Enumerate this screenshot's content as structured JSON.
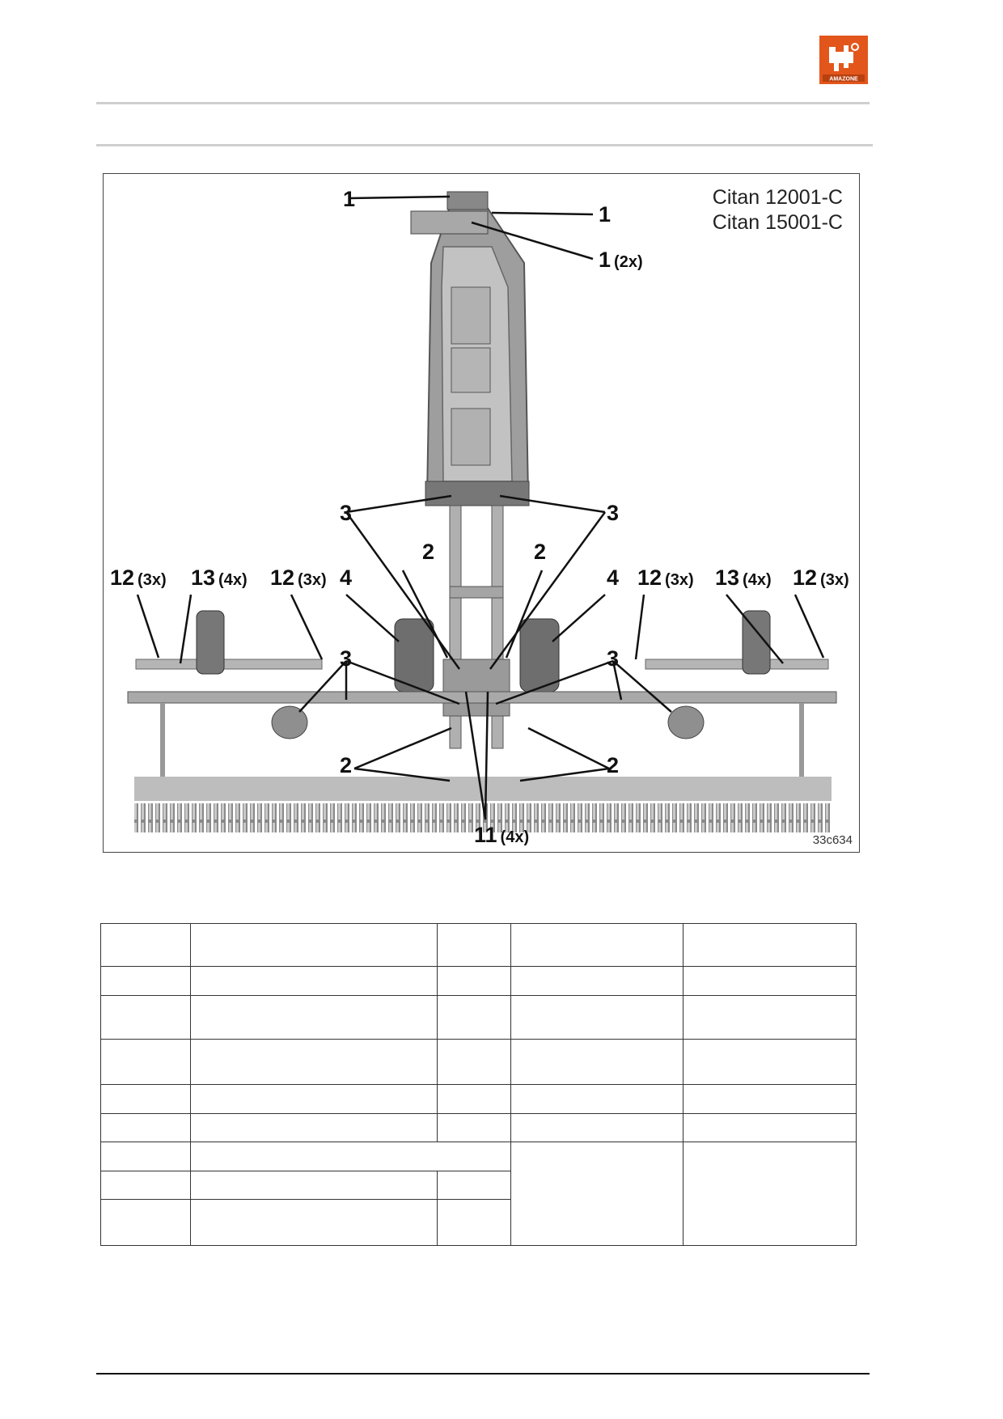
{
  "header": {
    "logo_text": "AMAZONE",
    "brand_color": "#e2561b",
    "logo_icon": "amazone-logo-icon"
  },
  "figure": {
    "caption_line1": "Citan 12001-C",
    "caption_line2": "Citan 15001-C",
    "figure_id": "33c634",
    "callouts": [
      {
        "id": "c1a",
        "label": "1",
        "mult": ""
      },
      {
        "id": "c1b",
        "label": "1",
        "mult": ""
      },
      {
        "id": "c1c",
        "label": "1",
        "mult": "(2x)"
      },
      {
        "id": "c3l",
        "label": "3",
        "mult": ""
      },
      {
        "id": "c3r",
        "label": "3",
        "mult": ""
      },
      {
        "id": "c2l",
        "label": "2",
        "mult": ""
      },
      {
        "id": "c2r",
        "label": "2",
        "mult": ""
      },
      {
        "id": "c12a",
        "label": "12",
        "mult": "(3x)"
      },
      {
        "id": "c13a",
        "label": "13",
        "mult": "(4x)"
      },
      {
        "id": "c12b",
        "label": "12",
        "mult": "(3x)"
      },
      {
        "id": "c4l",
        "label": "4",
        "mult": ""
      },
      {
        "id": "c4r",
        "label": "4",
        "mult": ""
      },
      {
        "id": "c12c",
        "label": "12",
        "mult": "(3x)"
      },
      {
        "id": "c13b",
        "label": "13",
        "mult": "(4x)"
      },
      {
        "id": "c12d",
        "label": "12",
        "mult": "(3x)"
      },
      {
        "id": "c3ml",
        "label": "3",
        "mult": ""
      },
      {
        "id": "c3mr",
        "label": "3",
        "mult": ""
      },
      {
        "id": "c2bl",
        "label": "2",
        "mult": ""
      },
      {
        "id": "c2br",
        "label": "2",
        "mult": ""
      },
      {
        "id": "c11",
        "label": "11",
        "mult": "(4x)"
      }
    ]
  }
}
